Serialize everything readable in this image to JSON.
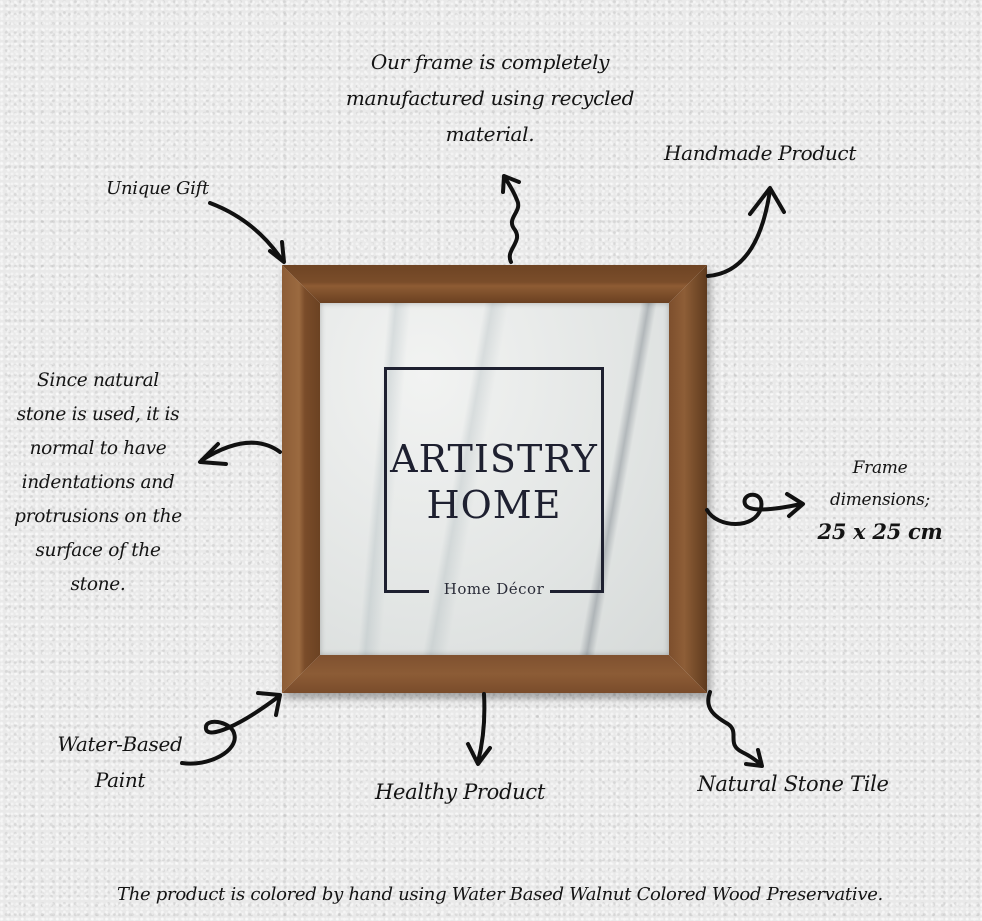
{
  "callouts": {
    "recycled": {
      "lines": [
        "Our frame is completely",
        "manufactured using recycled",
        "material."
      ]
    },
    "handmade": {
      "lines": [
        "Handmade Product"
      ]
    },
    "unique_gift": {
      "lines": [
        "Unique Gift"
      ]
    },
    "natural_stone_note": {
      "lines": [
        "Since natural",
        "stone is used, it is",
        "normal to have",
        "indentations and",
        "protrusions on the",
        "surface of the",
        "stone."
      ]
    },
    "dimensions": {
      "lines": [
        "Frame",
        "dimensions;",
        "25 x 25 cm"
      ]
    },
    "water_based_paint": {
      "lines": [
        "Water-Based",
        "Paint"
      ]
    },
    "healthy_product": {
      "lines": [
        "Healthy Product"
      ]
    },
    "natural_stone_tile": {
      "lines": [
        "Natural Stone Tile"
      ]
    }
  },
  "product": {
    "brand_line1": "ARTISTRY",
    "brand_line2": "HOME",
    "brand_sub": "Home Décor"
  },
  "footer": {
    "text": "The product is colored by hand using Water Based Walnut Colored Wood Preservative."
  },
  "colors": {
    "background": "#e9e9e9",
    "frame_wood": "#7a4d2a",
    "logo_ink": "#1e2030",
    "text": "#141414"
  }
}
